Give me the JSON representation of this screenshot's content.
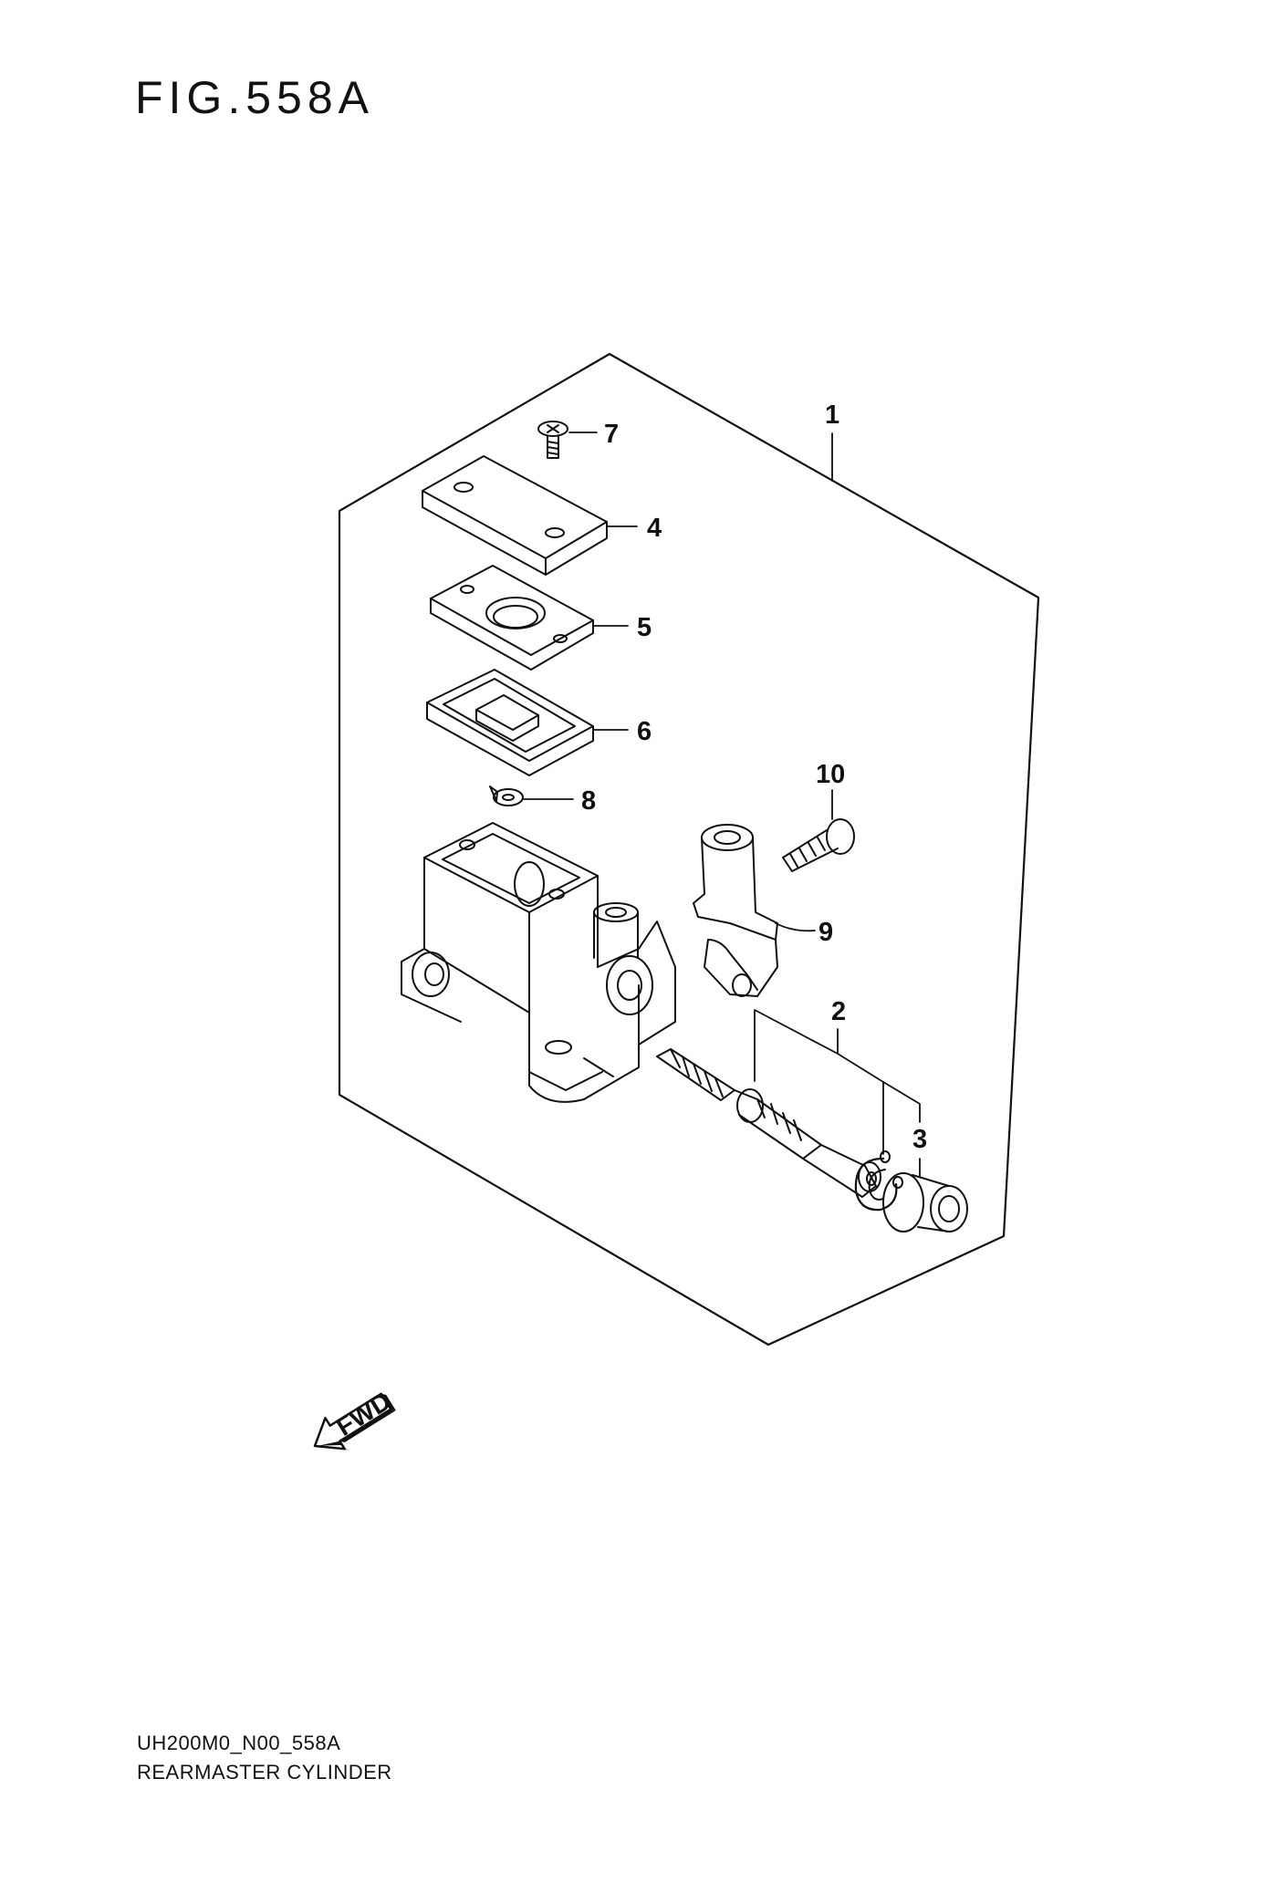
{
  "figure": {
    "title": "FIG.558A"
  },
  "callouts": [
    {
      "id": "1",
      "label": "1"
    },
    {
      "id": "2",
      "label": "2"
    },
    {
      "id": "3",
      "label": "3"
    },
    {
      "id": "4",
      "label": "4"
    },
    {
      "id": "5",
      "label": "5"
    },
    {
      "id": "6",
      "label": "6"
    },
    {
      "id": "7",
      "label": "7"
    },
    {
      "id": "8",
      "label": "8"
    },
    {
      "id": "9",
      "label": "9"
    },
    {
      "id": "10",
      "label": "10"
    }
  ],
  "direction_marker": {
    "label": "FWD"
  },
  "footer": {
    "model_code": "UH200M0_N00_558A",
    "figure_name": "REARMASTER CYLINDER"
  },
  "colors": {
    "line": "#111111",
    "background": "#ffffff"
  }
}
